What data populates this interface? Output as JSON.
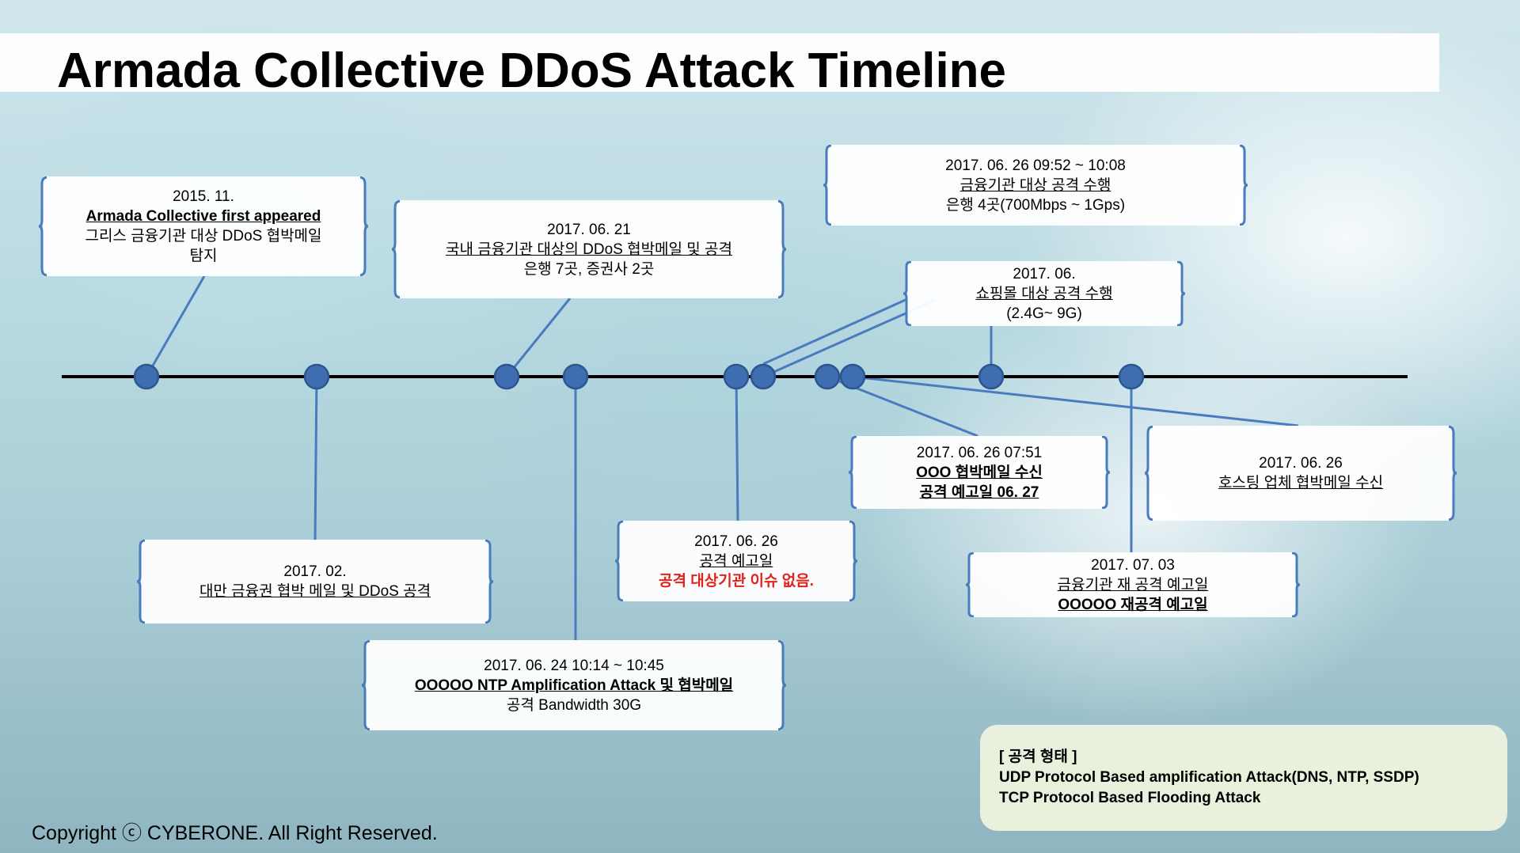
{
  "title": "Armada Collective DDoS Attack Timeline",
  "events": [
    {
      "date": "2015. 11.",
      "lines": [
        {
          "text": "Armada Collective first appeared",
          "style": "ub"
        },
        {
          "text": "그리스 금융기관 대상 DDoS 협박메일",
          "style": ""
        },
        {
          "text": "탐지",
          "style": ""
        }
      ]
    },
    {
      "date": "2017. 02.",
      "lines": [
        {
          "text": "대만 금융권 협박 메일 및 DDoS 공격",
          "style": "u"
        }
      ]
    },
    {
      "date": "2017. 06. 21",
      "lines": [
        {
          "text": "국내 금융기관 대상의 DDoS 협박메일 및 공격",
          "style": "u"
        },
        {
          "text": "은행 7곳, 증권사 2곳",
          "style": ""
        }
      ]
    },
    {
      "date": "2017. 06. 24 10:14 ~ 10:45",
      "lines": [
        {
          "text": "OOOOO NTP Amplification Attack 및 협박메일",
          "style": "ub"
        },
        {
          "text": "공격 Bandwidth 30G",
          "style": ""
        }
      ]
    },
    {
      "date": "2017. 06. 26",
      "lines": [
        {
          "text": "공격 예고일",
          "style": "u"
        },
        {
          "text": "공격 대상기관 이슈 없음.",
          "style": "red"
        }
      ]
    },
    {
      "date": "2017. 06. 26 09:52 ~ 10:08",
      "lines": [
        {
          "text": "금융기관 대상 공격 수행",
          "style": "u"
        },
        {
          "text": "은행 4곳(700Mbps ~ 1Gps)",
          "style": ""
        }
      ]
    },
    {
      "date": "2017. 06. 26 07:51",
      "lines": [
        {
          "text": "OOO 협박메일 수신",
          "style": "ub"
        },
        {
          "text": "공격 예고일 06. 27",
          "style": "ub"
        }
      ]
    },
    {
      "date": "2017. 06. 26",
      "lines": [
        {
          "text": "호스팅 업체 협박메일 수신",
          "style": "u"
        }
      ]
    },
    {
      "date": "2017. 06.",
      "lines": [
        {
          "text": "쇼핑몰 대상 공격 수행",
          "style": "u"
        },
        {
          "text": "(2.4G~ 9G)",
          "style": ""
        }
      ]
    },
    {
      "date": "2017. 07. 03",
      "lines": [
        {
          "text": "금융기관 재 공격 예고일",
          "style": "u"
        },
        {
          "text": "OOOOO 재공격 예고일",
          "style": "ub"
        }
      ]
    }
  ],
  "legend": {
    "heading": "[ 공격 형태 ]",
    "lines": [
      "UDP Protocol Based amplification Attack(DNS, NTP, SSDP)",
      "TCP Protocol Based Flooding Attack"
    ]
  },
  "copyright": "Copyright ⓒ CYBERONE. All Right Reserved.",
  "colors": {
    "node": "#3f6eb0",
    "connector": "#4a7bbf",
    "timeline": "#000000",
    "bracket": "#4a7bbf",
    "alert": "#e2231a",
    "legend_bg": "#ebf3de"
  }
}
